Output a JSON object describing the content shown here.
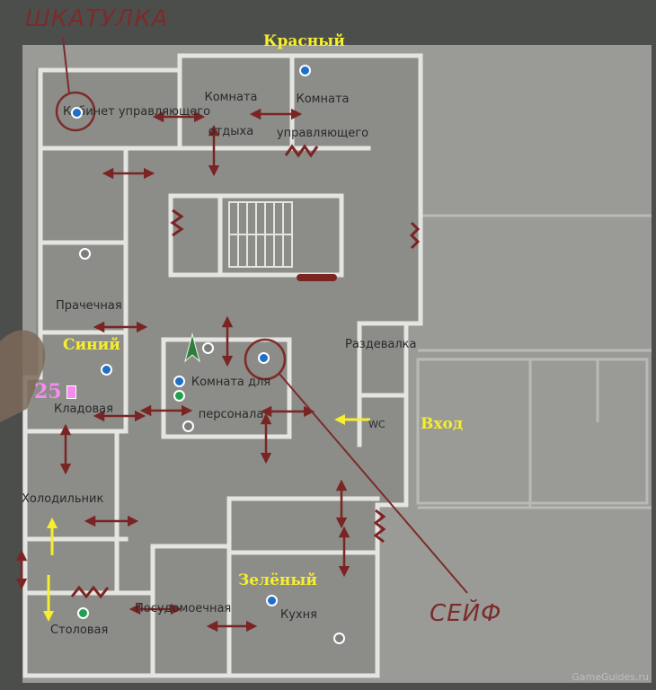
{
  "colors": {
    "paper": "#c5c6c0",
    "wall": "#e4e4e0",
    "door_arrow": "#7a2424",
    "annotation": "#f6ee2e",
    "point_blue": "#1f6ec7",
    "point_gray": "#7d7d7d",
    "point_green": "#22a050",
    "marker": "#f58cf0",
    "player_arrow": "#2f7d3c"
  },
  "handwritten": {
    "box": "ШКАТУЛКА",
    "safe": "СЕЙФ"
  },
  "annotations": {
    "red": "Красный",
    "blue": "Синий",
    "green": "Зелёный",
    "entrance": "Вход"
  },
  "marker": {
    "number": "25"
  },
  "rooms": {
    "manager_office": "Кабинет управляющего",
    "rest_room": "Комната отдыха",
    "manager_room": "Комната управляющего",
    "laundry": "Прачечная",
    "locker_room": "Раздевалка",
    "staff_room": "Комната для персонала",
    "pantry": "Кладовая",
    "fridge": "Холодильник",
    "dining": "Столовая",
    "dishwashing": "Посудомоечная",
    "kitchen": "Кухня",
    "wc": "WC"
  },
  "points": [
    {
      "id": "office",
      "color": "blue"
    },
    {
      "id": "red-room",
      "color": "blue"
    },
    {
      "id": "laundry",
      "color": "gray"
    },
    {
      "id": "blue-pantry",
      "color": "blue"
    },
    {
      "id": "staff-1",
      "color": "gray"
    },
    {
      "id": "staff-2",
      "color": "blue"
    },
    {
      "id": "staff-3",
      "color": "blue"
    },
    {
      "id": "staff-4",
      "color": "green"
    },
    {
      "id": "staff-5",
      "color": "gray"
    },
    {
      "id": "dining",
      "color": "green"
    },
    {
      "id": "kitchen",
      "color": "blue"
    },
    {
      "id": "kitchen-2",
      "color": "gray"
    }
  ],
  "icons": {
    "player": "player-arrow-icon",
    "stairs": "stairs-icon",
    "door": "door-arrow-icon"
  },
  "watermark": "GameGuides.ru"
}
